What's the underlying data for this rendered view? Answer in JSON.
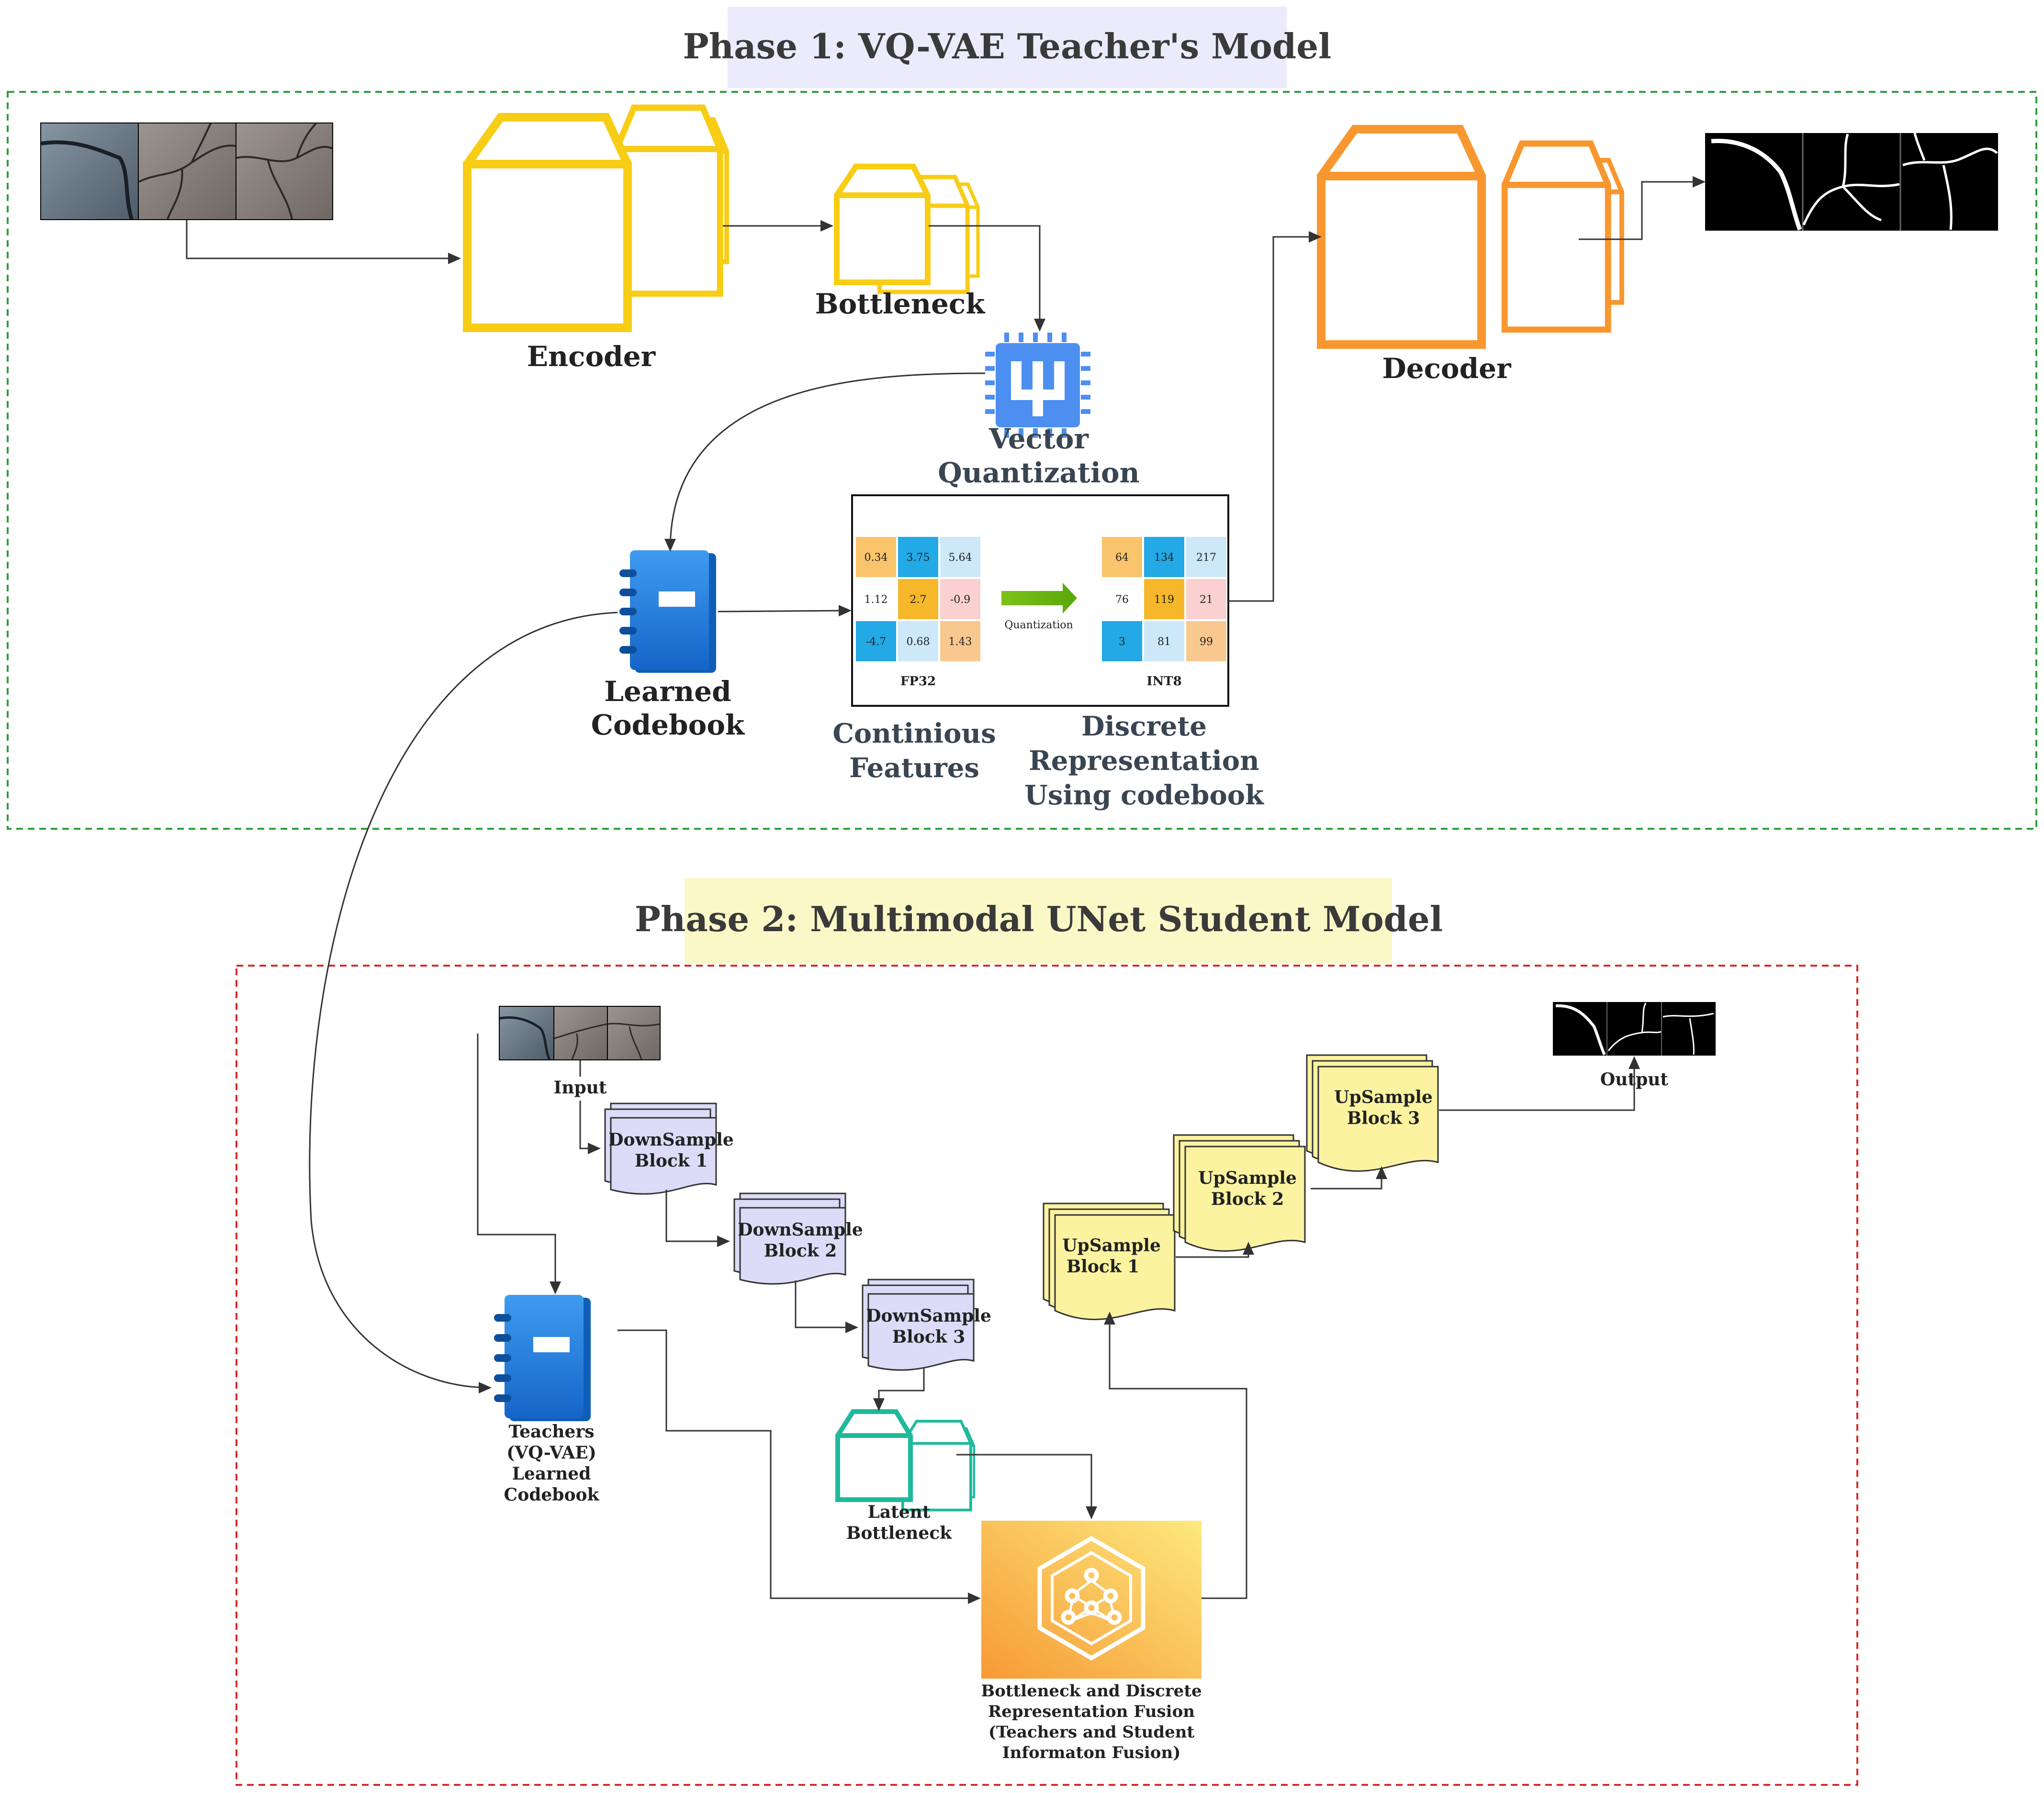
{
  "phase1": {
    "title": "Phase 1: VQ-VAE Teacher's Model",
    "encoder_label": "Encoder",
    "bottleneck_label": "Bottleneck",
    "vq_label_line1": "Vector",
    "vq_label_line2": "Quantization",
    "codebook_label_line1": "Learned",
    "codebook_label_line2": "Codebook",
    "decoder_label": "Decoder",
    "continuous_line1": "Continious",
    "continuous_line2": "Features",
    "discrete_line1": "Discrete",
    "discrete_line2": "Representation",
    "discrete_line3": "Using codebook",
    "quant_panel": {
      "fp32_label": "FP32",
      "int8_label": "INT8",
      "arrow_label": "Quantization",
      "fp32_values": [
        "0.34",
        "3.75",
        "5.64",
        "1.12",
        "2.7",
        "-0.9",
        "-4.7",
        "0.68",
        "1.43"
      ],
      "int8_values": [
        "64",
        "134",
        "217",
        "76",
        "119",
        "21",
        "3",
        "81",
        "99"
      ]
    }
  },
  "phase2": {
    "title": "Phase 2: Multimodal UNet Student Model",
    "input_label": "Input",
    "output_label": "Output",
    "down1_line1": "DownSample",
    "down1_line2": "Block 1",
    "down2_line1": "DownSample",
    "down2_line2": "Block 2",
    "down3_line1": "DownSample",
    "down3_line2": "Block 3",
    "up1_line1": "UpSample",
    "up1_line2": "Block 1",
    "up2_line1": "UpSample",
    "up2_line2": "Block 2",
    "up3_line1": "UpSample",
    "up3_line2": "Block 3",
    "latent_line1": "Latent",
    "latent_line2": "Bottleneck",
    "teacher_line1": "Teachers",
    "teacher_line2": "(VQ-VAE)",
    "teacher_line3": "Learned",
    "teacher_line4": "Codebook",
    "fusion_line1": "Bottleneck and Discrete",
    "fusion_line2": "Representation Fusion",
    "fusion_line3": "(Teachers and Student",
    "fusion_line4": "Informaton Fusion)"
  },
  "colors": {
    "phase1_border": "#2e9e3a",
    "phase2_border": "#d62b2b",
    "phase1_title_bg": "#ecebfb",
    "phase2_title_bg": "#fbf8c8",
    "encoder": "#f7cd16",
    "decoder": "#f8972f",
    "codebook": "#1f7ad6",
    "vq_chip": "#4d8ff0",
    "downsample": "#dcdcf8",
    "upsample": "#fbf3a0",
    "latent": "#1fb99c",
    "fusion_start": "#f79a35",
    "fusion_end": "#fde97e"
  },
  "icons": {
    "crack_input": "crack-photo-strip",
    "crack_output": "crack-mask-strip",
    "vq": "chip-icon",
    "codebook": "notebook-icon",
    "fusion": "neural-network-icon"
  }
}
